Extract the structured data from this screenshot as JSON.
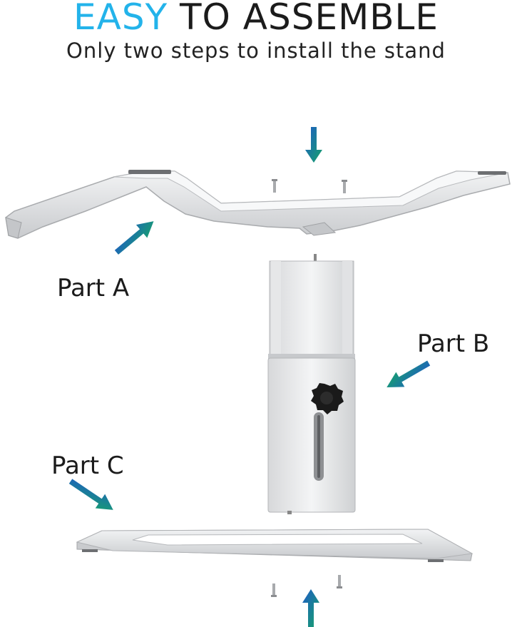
{
  "header": {
    "title_accent": "EASY",
    "title_rest": " TO ASSEMBLE",
    "subtitle": "Only two steps to install the stand"
  },
  "labels": {
    "part_a": "Part A",
    "part_b": "Part B",
    "part_c": "Part C"
  },
  "colors": {
    "accent": "#23b3ea",
    "arrow_start": "#1e5bc6",
    "arrow_end": "#17a36a",
    "aluminum": "#d9dadc",
    "knob": "#1a1a1a"
  },
  "icons": {
    "arrow": "gradient-arrow-icon",
    "screw": "screw-icon",
    "knob": "knob-icon"
  }
}
